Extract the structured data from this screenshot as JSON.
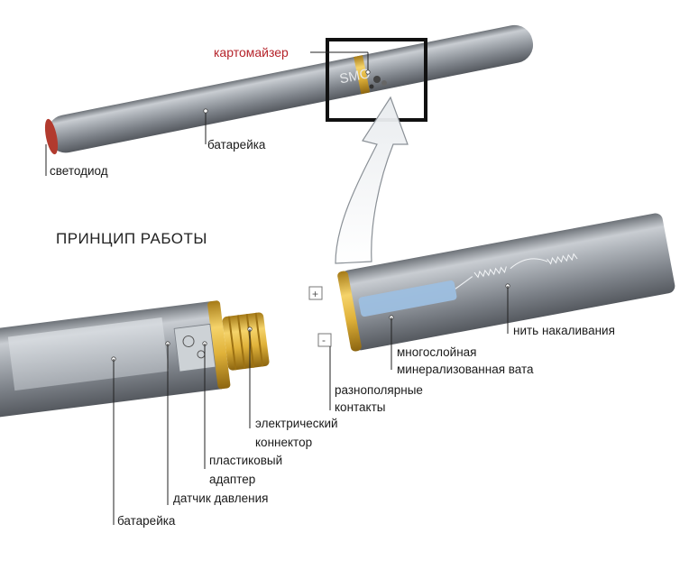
{
  "title": "ПРИНЦИП РАБОТЫ",
  "top_ecig": {
    "cartomizer_label": "картомайзер",
    "battery_label": "батарейка",
    "led_label": "светодиод",
    "brand_text": "SMO"
  },
  "battery_part": {
    "electric_connector": [
      "электрический",
      "коннектор"
    ],
    "plastic_adapter": [
      "пластиковый",
      "адаптер"
    ],
    "pressure_sensor": "датчик давления",
    "battery": "батарейка"
  },
  "cartomizer_part": {
    "heating_coil": "нить накаливания",
    "wool": [
      "многослойная",
      "минерализованная вата"
    ],
    "contacts": [
      "разнополярные",
      "контакты"
    ],
    "plus_sign": "+",
    "minus_sign": "-"
  },
  "colors": {
    "led_red": "#b23a2e",
    "gold": "#e0b23a",
    "wool_blue": "#9dbfe0",
    "tube_gray": "#9a9fa6"
  }
}
